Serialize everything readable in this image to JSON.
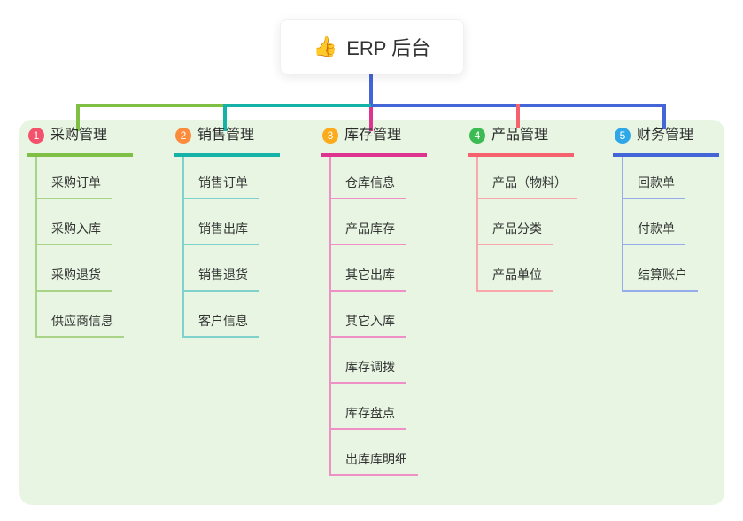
{
  "root": {
    "icon": "👍",
    "title": "ERP 后台",
    "line_color": "#4465d8"
  },
  "panel_color": "#e7f5e2",
  "branches": [
    {
      "index": "1",
      "label": "采购管理",
      "badge_color": "#f4516c",
      "line_color": "#7fbf44",
      "child_line_color": "#a9d487",
      "children": [
        "采购订单",
        "采购入库",
        "采购退货",
        "供应商信息"
      ]
    },
    {
      "index": "2",
      "label": "销售管理",
      "badge_color": "#fb8c3c",
      "line_color": "#14b2a7",
      "child_line_color": "#7fd2cb",
      "children": [
        "销售订单",
        "销售出库",
        "销售退货",
        "客户信息"
      ]
    },
    {
      "index": "3",
      "label": "库存管理",
      "badge_color": "#fbab1c",
      "line_color": "#df3390",
      "child_line_color": "#ee8fc5",
      "children": [
        "仓库信息",
        "产品库存",
        "其它出库",
        "其它入库",
        "库存调拨",
        "库存盘点",
        "出库库明细"
      ]
    },
    {
      "index": "4",
      "label": "产品管理",
      "badge_color": "#3dbb53",
      "line_color": "#f5616c",
      "child_line_color": "#f9a7ac",
      "children": [
        "产品（物料）",
        "产品分类",
        "产品单位"
      ]
    },
    {
      "index": "5",
      "label": "财务管理",
      "badge_color": "#2ea7e9",
      "line_color": "#4465d8",
      "child_line_color": "#96abea",
      "children": [
        "回款单",
        "付款单",
        "结算账户"
      ]
    }
  ]
}
